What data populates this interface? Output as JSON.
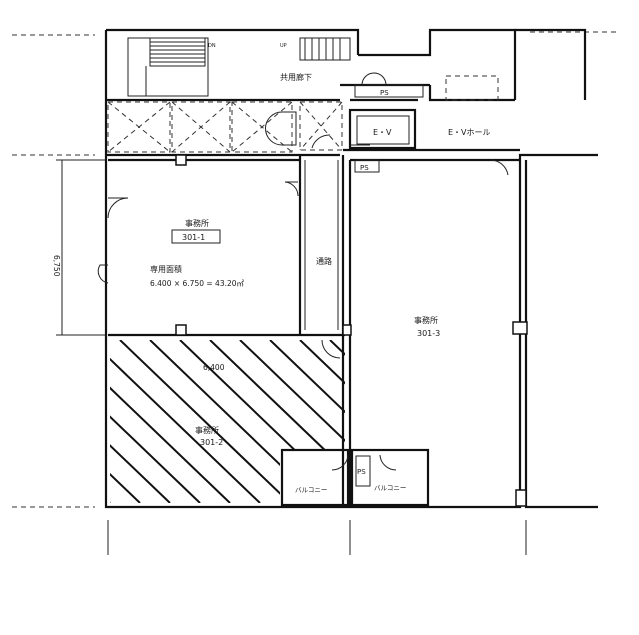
{
  "rooms": {
    "corridor_common": "共用廊下",
    "office_1_name": "事務所",
    "office_1_id": "301-1",
    "area_label": "専用面積",
    "area_formula": "6.400 × 6.750 = 43.20㎡",
    "passage": "通路",
    "office_2_name": "事務所",
    "office_2_id": "301-2",
    "office_3_name": "事務所",
    "office_3_id": "301-3",
    "ev": "E・V",
    "ev_hall": "E・Vホール",
    "ps_1": "PS",
    "ps_2": "PS",
    "ps_3": "PS",
    "balcony_1": "バルコニー",
    "balcony_2": "バルコニー",
    "stair_dn": "DN",
    "stair_up": "UP"
  },
  "dimensions": {
    "width": "6,400",
    "height": "6,750"
  }
}
